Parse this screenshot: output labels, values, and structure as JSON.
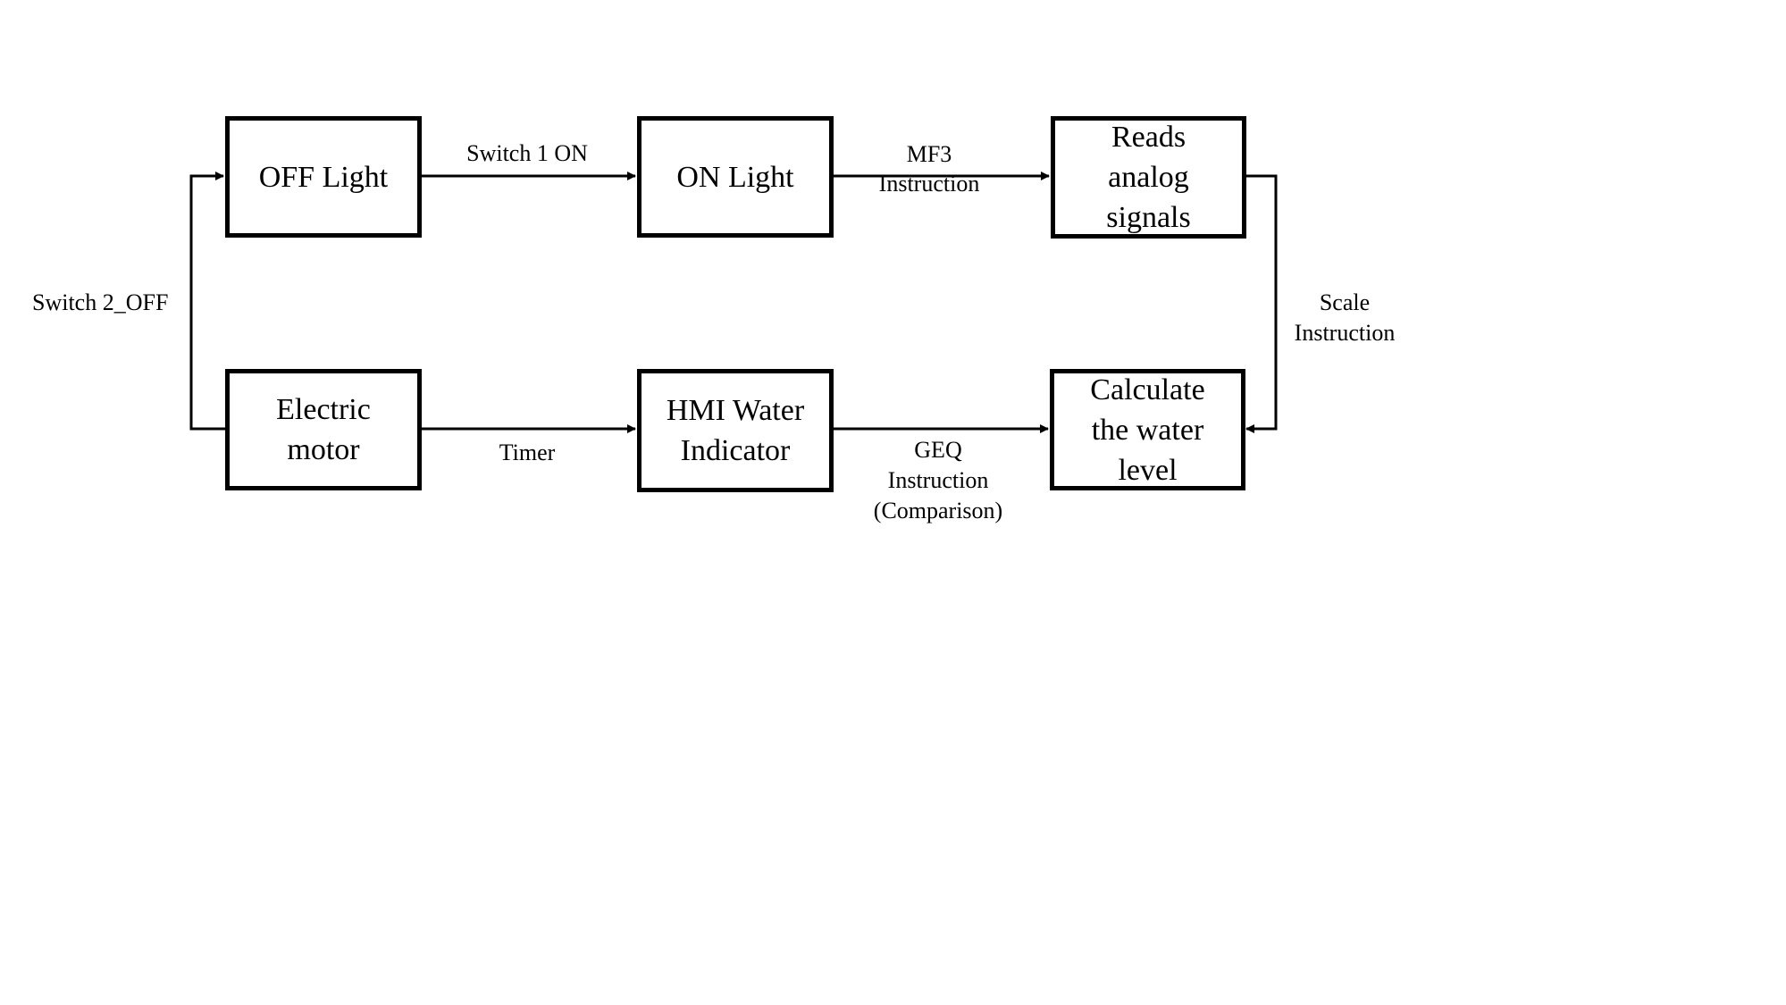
{
  "diagram": {
    "nodes": {
      "off_light": [
        "OFF Light"
      ],
      "on_light": [
        "ON Light"
      ],
      "reads_analog": [
        "Reads",
        "analog",
        "signals"
      ],
      "electric_motor": [
        "Electric",
        "motor"
      ],
      "hmi_water": [
        "HMI Water",
        "Indicator"
      ],
      "calc_water": [
        "Calculate",
        "the water",
        "level"
      ]
    },
    "edges": {
      "switch1_on": [
        "Switch 1 ON"
      ],
      "mf3": [
        "MF3",
        "Instruction"
      ],
      "scale": [
        "Scale",
        "Instruction"
      ],
      "geq": [
        "GEQ",
        "Instruction",
        "(Comparison)"
      ],
      "timer": [
        "Timer"
      ],
      "switch2_off": [
        "Switch 2_OFF"
      ]
    },
    "connections": [
      {
        "from": "OFF Light",
        "to": "ON Light",
        "label": "Switch 1 ON"
      },
      {
        "from": "ON Light",
        "to": "Reads analog signals",
        "label": "MF3 Instruction"
      },
      {
        "from": "Reads analog signals",
        "to": "Calculate the water level",
        "label": "Scale Instruction"
      },
      {
        "from": "HMI Water Indicator",
        "to": "Calculate the water level",
        "label": "GEQ Instruction (Comparison)"
      },
      {
        "from": "Electric motor",
        "to": "HMI Water Indicator",
        "label": "Timer"
      },
      {
        "from": "Electric motor",
        "to": "OFF Light",
        "label": "Switch 2_OFF"
      }
    ]
  }
}
